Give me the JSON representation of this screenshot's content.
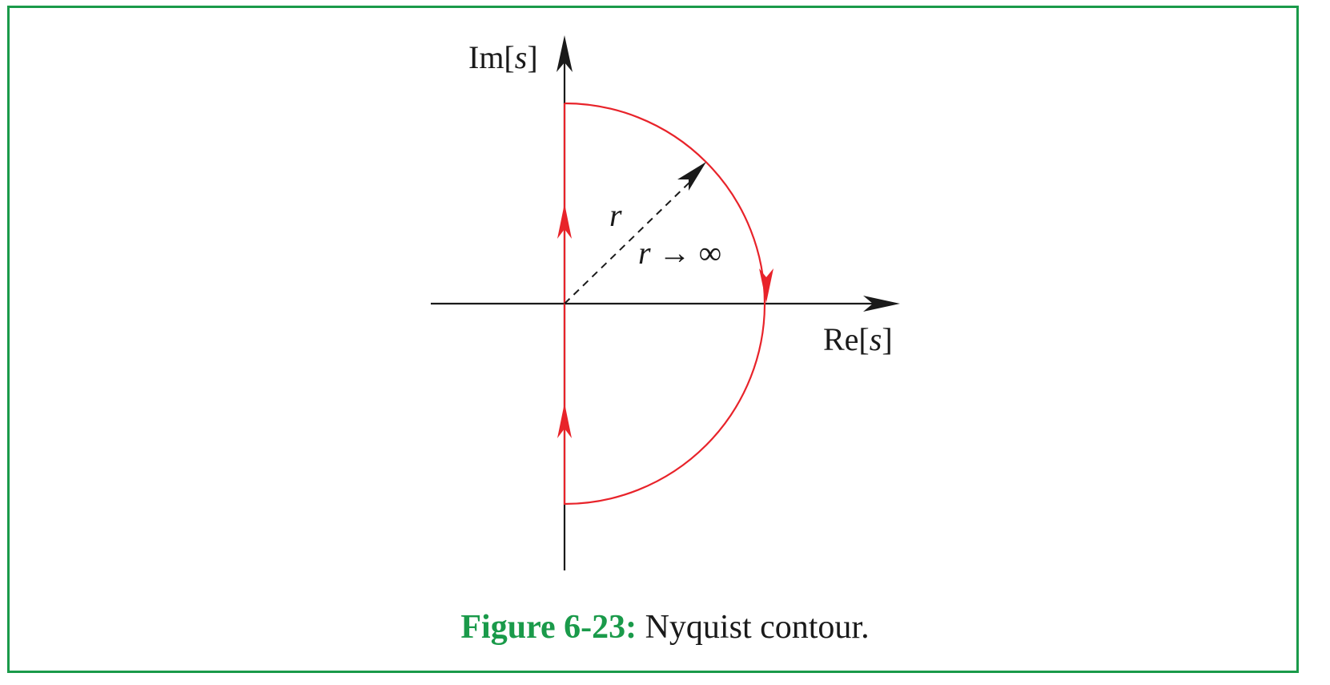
{
  "diagram": {
    "axes": {
      "imaginary_label_prefix": "Im[",
      "imaginary_label_var": "s",
      "imaginary_label_suffix": "]",
      "real_label_prefix": "Re[",
      "real_label_var": "s",
      "real_label_suffix": "]"
    },
    "radius_label": "r",
    "limit_label_var": "r",
    "limit_label_rest": " → ∞"
  },
  "caption": {
    "label": "Figure 6-23:",
    "text": " Nyquist contour."
  },
  "colors": {
    "frame": "#1a9a4a",
    "contour": "#e8232a",
    "axes": "#1a1a1a",
    "caption_label": "#1a9a4a"
  }
}
